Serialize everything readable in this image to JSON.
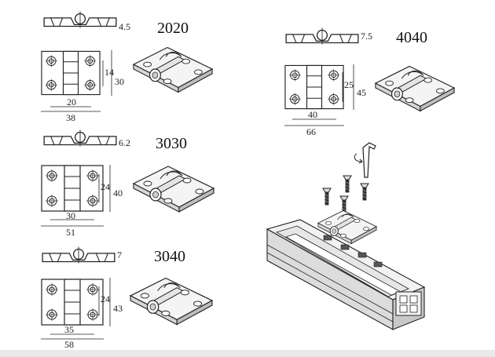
{
  "hinges": [
    {
      "model": "2020",
      "thickness": "4.5",
      "hole_spacing_h": "14",
      "height": "30",
      "hole_spacing_w": "20",
      "width": "38"
    },
    {
      "model": "3030",
      "thickness": "6.2",
      "hole_spacing_h": "24",
      "height": "40",
      "hole_spacing_w": "30",
      "width": "51"
    },
    {
      "model": "3040",
      "thickness": "7",
      "hole_spacing_h": "24",
      "height": "43",
      "hole_spacing_w": "35",
      "width": "58"
    },
    {
      "model": "4040",
      "thickness": "7.5",
      "hole_spacing_h": "25",
      "height": "45",
      "hole_spacing_w": "40",
      "width": "66"
    }
  ],
  "colors": {
    "line": "#222222",
    "face": "#f2f2f2",
    "shade": "#cfcfcf",
    "footer": "#e9e9e9"
  },
  "icons": [
    "hinge-side-view",
    "hinge-front-view",
    "hinge-3d-view",
    "allen-key-icon",
    "countersunk-screw-icon",
    "aluminum-profile-icon"
  ]
}
